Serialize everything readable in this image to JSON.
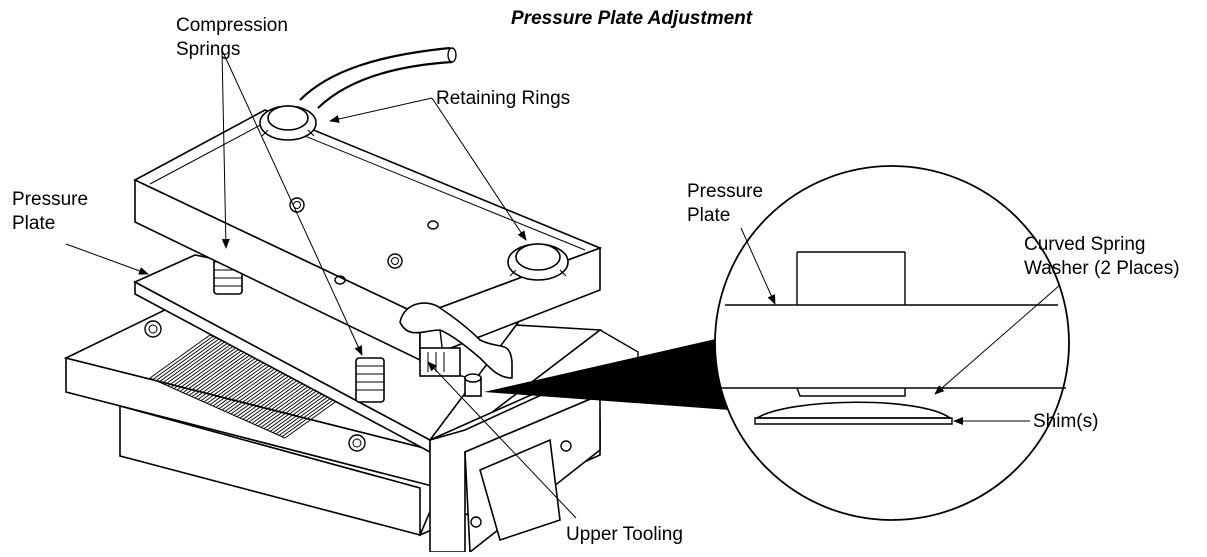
{
  "title": "Pressure Plate Adjustment",
  "labels": {
    "compression_springs": "Compression\nSprings",
    "retaining_rings": "Retaining Rings",
    "pressure_plate_left": "Pressure\nPlate",
    "pressure_plate_detail": "Pressure\nPlate",
    "curved_spring_washer": "Curved Spring\nWasher (2 Places)",
    "shims": "Shim(s)",
    "upper_tooling": "Upper Tooling"
  }
}
